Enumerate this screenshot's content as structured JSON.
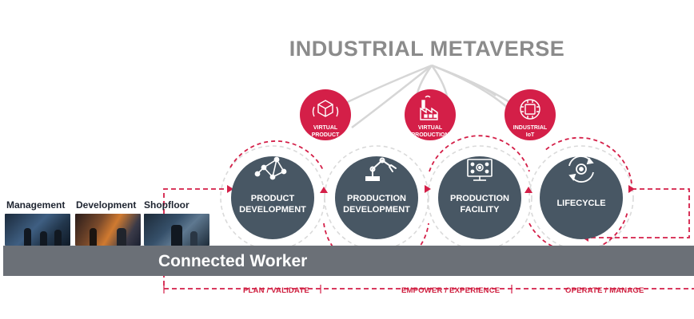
{
  "title": "INDUSTRIAL METAVERSE",
  "photo_labels": [
    "Management",
    "Development",
    "Shopfloor"
  ],
  "band_label": "Connected Worker",
  "stages": [
    "PRODUCT DEVELOPMENT",
    "PRODUCTION DEVELOPMENT",
    "PRODUCTION FACILITY",
    "LIFECYCLE"
  ],
  "subcircles": [
    "VIRTUAL PRODUCT",
    "VIRTUAL PRODUCTION",
    "INDUSTRIAL IoT"
  ],
  "phases": [
    "PLAN / VALIDATE",
    "EMPOWER / EXPERIENCE",
    "OPERATE / MANAGE"
  ],
  "colors": {
    "accent": "#d41f48",
    "circle": "#485764",
    "title": "#8b8b8b",
    "band": "#6b7077"
  },
  "icons": [
    "network-icon",
    "robot-arm-icon",
    "monitor-gears-icon",
    "cycle-gear-icon",
    "cube-hands-icon",
    "factory-icon",
    "globe-chip-icon"
  ]
}
